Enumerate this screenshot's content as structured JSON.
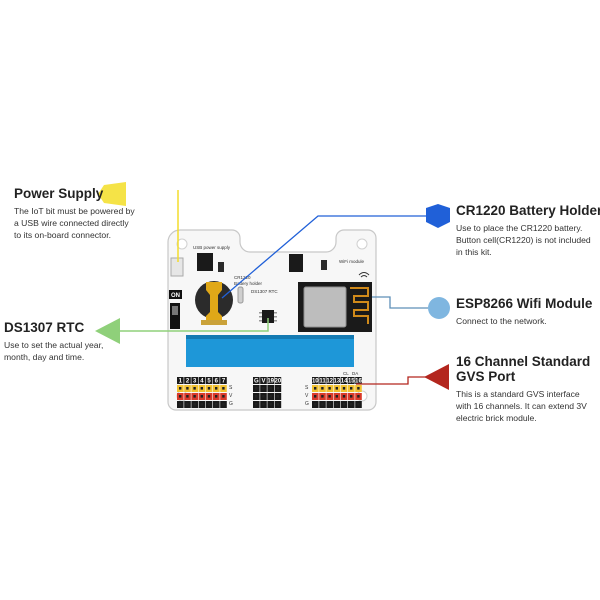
{
  "callouts": {
    "power_supply": {
      "title": "Power Supply",
      "lines": [
        "The IoT bit must be powered by",
        "a USB wire connected directly",
        "to its on-board connector."
      ],
      "color": "#f5e347"
    },
    "rtc": {
      "title": "DS1307 RTC",
      "lines": [
        "Use to set the actual year,",
        "month, day and time."
      ],
      "color": "#8fd07a"
    },
    "battery": {
      "title": "CR1220 Battery Holder",
      "lines": [
        "Use to place the CR1220 battery.",
        "Button cell(CR1220) is not included",
        "in this kit."
      ],
      "color": "#2060d8"
    },
    "wifi": {
      "title": "ESP8266 Wifi Module",
      "lines": [
        "Connect to the network."
      ],
      "color": "#7fb6e0"
    },
    "gvs": {
      "title_lines": [
        "16 Channel Standard",
        "GVS Port"
      ],
      "lines": [
        "This is a standard GVS interface",
        "with 16 channels. It can extend 3V",
        "electric brick module."
      ],
      "color": "#b3261e"
    }
  },
  "board": {
    "usb_label": "USB power supply",
    "on_label": "ON",
    "battery_label_1": "CR1220",
    "battery_label_2": "Battery holder",
    "rtc_label": "DS1307 RTC",
    "wifi_label": "WiFi module",
    "pins_left": [
      "1",
      "2",
      "3",
      "4",
      "5",
      "6",
      "7"
    ],
    "pins_mid": [
      "G",
      "V",
      "19",
      "20"
    ],
    "pins_right": [
      "10",
      "11",
      "12",
      "13",
      "14",
      "15",
      "16"
    ],
    "row_s": "S",
    "row_v": "V",
    "row_g": "G",
    "cl_label": "CL",
    "da_label": "DA"
  }
}
